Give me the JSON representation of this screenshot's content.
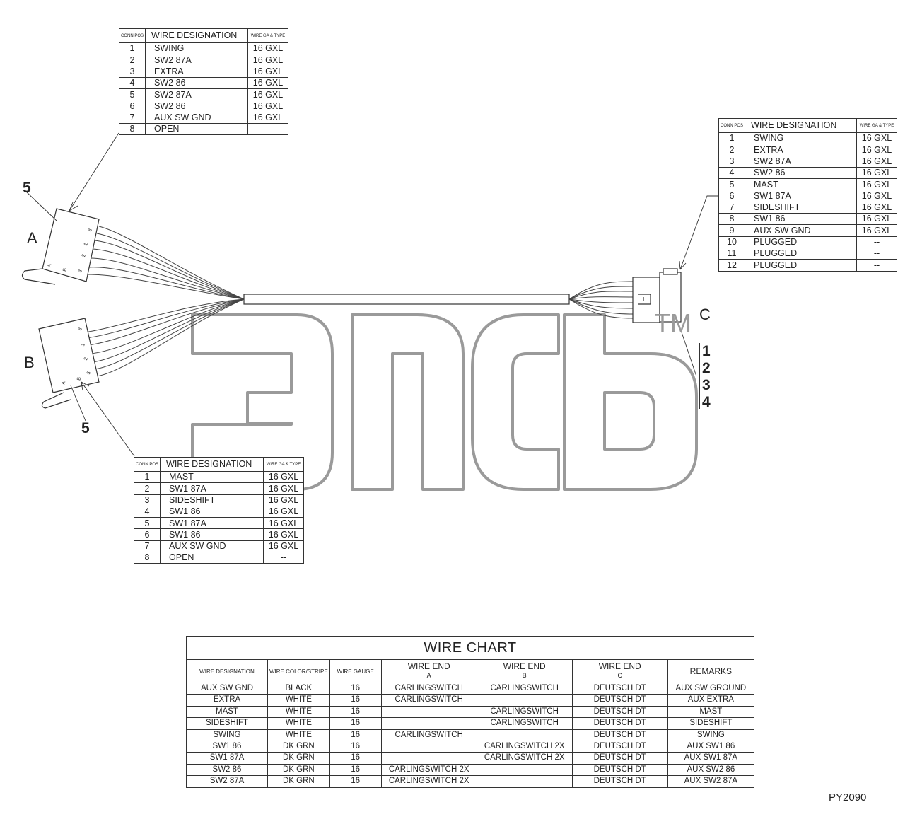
{
  "connector_a": {
    "label": "A",
    "callout": "5",
    "headers": {
      "pos": "CONN POS",
      "designation": "WIRE DESIGNATION",
      "ga": "WIRE GA & TYPE"
    },
    "rows": [
      {
        "pos": "1",
        "name": "SWING",
        "ga": "16 GXL"
      },
      {
        "pos": "2",
        "name": "SW2 87A",
        "ga": "16 GXL"
      },
      {
        "pos": "3",
        "name": "EXTRA",
        "ga": "16 GXL"
      },
      {
        "pos": "4",
        "name": "SW2 86",
        "ga": "16 GXL"
      },
      {
        "pos": "5",
        "name": "SW2 87A",
        "ga": "16 GXL"
      },
      {
        "pos": "6",
        "name": "SW2 86",
        "ga": "16 GXL"
      },
      {
        "pos": "7",
        "name": "AUX SW GND",
        "ga": "16 GXL"
      },
      {
        "pos": "8",
        "name": "OPEN",
        "ga": "--"
      }
    ]
  },
  "connector_b": {
    "label": "B",
    "callout": "5",
    "headers": {
      "pos": "CONN POS",
      "designation": "WIRE DESIGNATION",
      "ga": "WIRE GA & TYPE"
    },
    "rows": [
      {
        "pos": "1",
        "name": "MAST",
        "ga": "16 GXL"
      },
      {
        "pos": "2",
        "name": "SW1 87A",
        "ga": "16 GXL"
      },
      {
        "pos": "3",
        "name": "SIDESHIFT",
        "ga": "16 GXL"
      },
      {
        "pos": "4",
        "name": "SW1 86",
        "ga": "16 GXL"
      },
      {
        "pos": "5",
        "name": "SW1 87A",
        "ga": "16 GXL"
      },
      {
        "pos": "6",
        "name": "SW1 86",
        "ga": "16 GXL"
      },
      {
        "pos": "7",
        "name": "AUX SW GND",
        "ga": "16 GXL"
      },
      {
        "pos": "8",
        "name": "OPEN",
        "ga": "--"
      }
    ]
  },
  "connector_c": {
    "label": "C",
    "callouts": [
      "1",
      "2",
      "3",
      "4"
    ],
    "headers": {
      "pos": "CONN POS",
      "designation": "WIRE DESIGNATION",
      "ga": "WIRE GA & TYPE"
    },
    "rows": [
      {
        "pos": "1",
        "name": "SWING",
        "ga": "16 GXL"
      },
      {
        "pos": "2",
        "name": "EXTRA",
        "ga": "16 GXL"
      },
      {
        "pos": "3",
        "name": "SW2 87A",
        "ga": "16 GXL"
      },
      {
        "pos": "4",
        "name": "SW2 86",
        "ga": "16 GXL"
      },
      {
        "pos": "5",
        "name": "MAST",
        "ga": "16 GXL"
      },
      {
        "pos": "6",
        "name": "SW1 87A",
        "ga": "16 GXL"
      },
      {
        "pos": "7",
        "name": "SIDESHIFT",
        "ga": "16 GXL"
      },
      {
        "pos": "8",
        "name": "SW1 86",
        "ga": "16 GXL"
      },
      {
        "pos": "9",
        "name": "AUX SW GND",
        "ga": "16 GXL"
      },
      {
        "pos": "10",
        "name": "PLUGGED",
        "ga": "--"
      },
      {
        "pos": "11",
        "name": "PLUGGED",
        "ga": "--"
      },
      {
        "pos": "12",
        "name": "PLUGGED",
        "ga": "--"
      }
    ]
  },
  "pin_labels_a": [
    "8",
    "1",
    "2",
    "3",
    "B",
    "A"
  ],
  "pin_labels_b": [
    "8",
    "1",
    "2",
    "3",
    "B",
    "A"
  ],
  "watermark": {
    "text": "TM"
  },
  "wire_chart": {
    "title": "WIRE CHART",
    "headers": {
      "designation": "WIRE DESIGNATION",
      "color": "WIRE COLOR/STRIPE",
      "gauge": "WIRE GAUGE",
      "end_a": "WIRE END",
      "end_a_sub": "A",
      "end_b": "WIRE END",
      "end_b_sub": "B",
      "end_c": "WIRE END",
      "end_c_sub": "C",
      "remarks": "REMARKS"
    },
    "rows": [
      {
        "designation": "AUX SW GND",
        "color": "BLACK",
        "gauge": "16",
        "end_a": "CARLINGSWITCH",
        "end_b": "CARLINGSWITCH",
        "end_c": "DEUTSCH DT",
        "remarks": "AUX SW GROUND"
      },
      {
        "designation": "EXTRA",
        "color": "WHITE",
        "gauge": "16",
        "end_a": "CARLINGSWITCH",
        "end_b": "",
        "end_c": "DEUTSCH DT",
        "remarks": "AUX EXTRA"
      },
      {
        "designation": "MAST",
        "color": "WHITE",
        "gauge": "16",
        "end_a": "",
        "end_b": "CARLINGSWITCH",
        "end_c": "DEUTSCH DT",
        "remarks": "MAST"
      },
      {
        "designation": "SIDESHIFT",
        "color": "WHITE",
        "gauge": "16",
        "end_a": "",
        "end_b": "CARLINGSWITCH",
        "end_c": "DEUTSCH DT",
        "remarks": "SIDESHIFT"
      },
      {
        "designation": "SWING",
        "color": "WHITE",
        "gauge": "16",
        "end_a": "CARLINGSWITCH",
        "end_b": "",
        "end_c": "DEUTSCH DT",
        "remarks": "SWING"
      },
      {
        "designation": "SW1 86",
        "color": "DK GRN",
        "gauge": "16",
        "end_a": "",
        "end_b": "CARLINGSWITCH 2X",
        "end_c": "DEUTSCH DT",
        "remarks": "AUX SW1 86"
      },
      {
        "designation": "SW1 87A",
        "color": "DK GRN",
        "gauge": "16",
        "end_a": "",
        "end_b": "CARLINGSWITCH 2X",
        "end_c": "DEUTSCH DT",
        "remarks": "AUX SW1 87A"
      },
      {
        "designation": "SW2 86",
        "color": "DK GRN",
        "gauge": "16",
        "end_a": "CARLINGSWITCH 2X",
        "end_b": "",
        "end_c": "DEUTSCH DT",
        "remarks": "AUX SW2 86"
      },
      {
        "designation": "SW2 87A",
        "color": "DK GRN",
        "gauge": "16",
        "end_a": "CARLINGSWITCH 2X",
        "end_b": "",
        "end_c": "DEUTSCH DT",
        "remarks": "AUX SW2 87A"
      }
    ]
  },
  "drawing_code": "PY2090"
}
